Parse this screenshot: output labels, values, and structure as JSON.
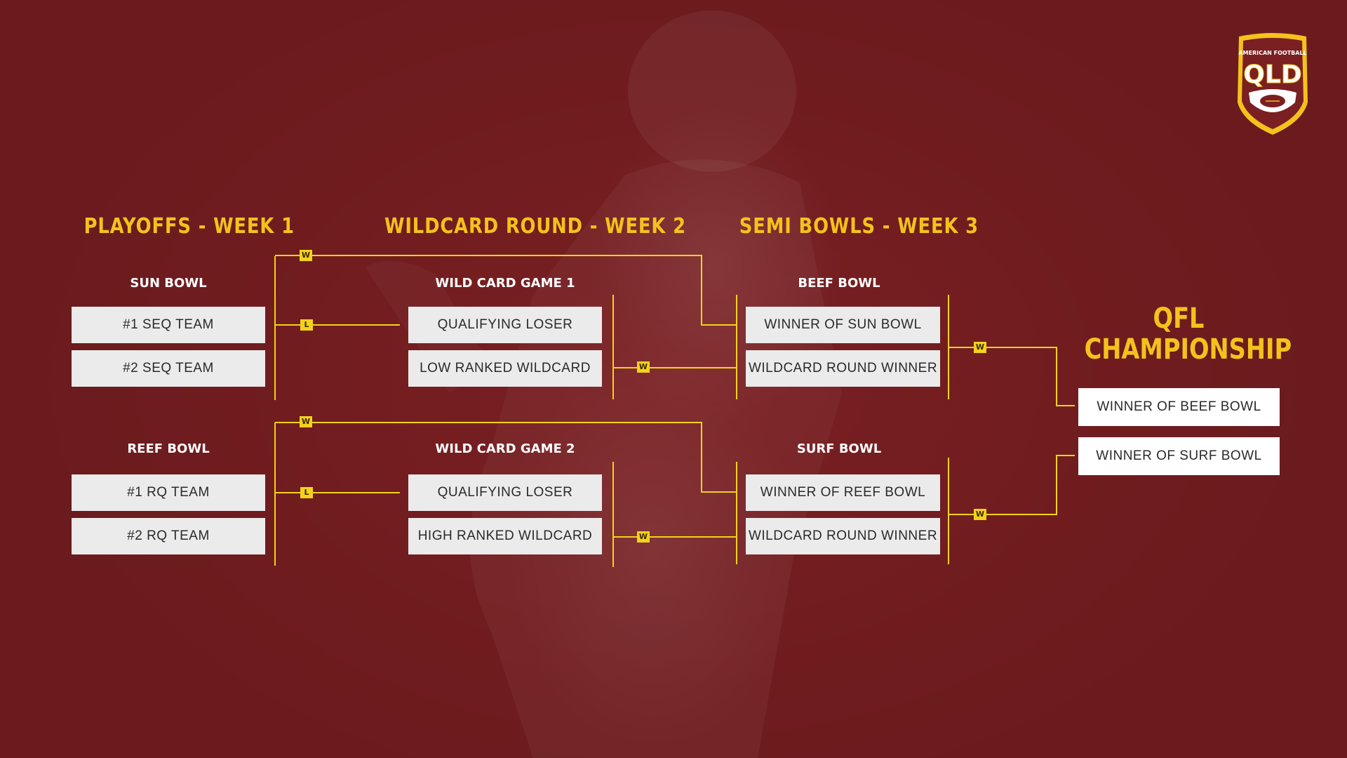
{
  "colors": {
    "background": "#7a1f22",
    "accent": "#f4c21c",
    "line": "#f4d21c",
    "box": "#ebebeb"
  },
  "logo": {
    "top_text": "AMERICAN FOOTBALL",
    "main_text": "QLD"
  },
  "rounds": [
    {
      "title": "PLAYOFFS - WEEK 1"
    },
    {
      "title": "WILDCARD ROUND - WEEK 2"
    },
    {
      "title": "SEMI BOWLS - WEEK 3"
    }
  ],
  "games": {
    "sun_bowl": {
      "title": "SUN BOWL",
      "teams": [
        "#1 SEQ TEAM",
        "#2 SEQ TEAM"
      ]
    },
    "reef_bowl": {
      "title": "REEF BOWL",
      "teams": [
        "#1 RQ TEAM",
        "#2 RQ TEAM"
      ]
    },
    "wildcard_1": {
      "title": "WILD CARD GAME 1",
      "teams": [
        "QUALIFYING LOSER",
        "LOW RANKED WILDCARD"
      ]
    },
    "wildcard_2": {
      "title": "WILD CARD GAME 2",
      "teams": [
        "QUALIFYING LOSER",
        "HIGH RANKED WILDCARD"
      ]
    },
    "beef_bowl": {
      "title": "BEEF BOWL",
      "teams": [
        "WINNER OF SUN BOWL",
        "WILDCARD ROUND WINNER"
      ]
    },
    "surf_bowl": {
      "title": "SURF BOWL",
      "teams": [
        "WINNER OF REEF BOWL",
        "WILDCARD ROUND WINNER"
      ]
    }
  },
  "championship": {
    "title_line1": "QFL",
    "title_line2": "CHAMPIONSHIP",
    "teams": [
      "WINNER OF BEEF BOWL",
      "WINNER OF SURF BOWL"
    ]
  },
  "markers": {
    "win": "W",
    "loss": "L"
  }
}
